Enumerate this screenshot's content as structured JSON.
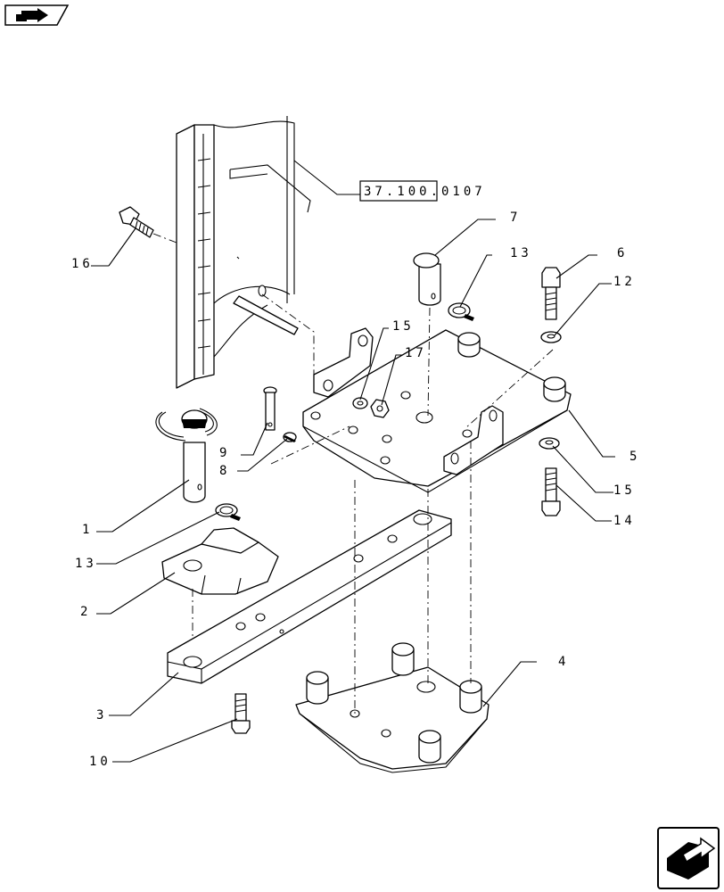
{
  "reference": {
    "text": "37.100.0107"
  },
  "callouts": [
    "1",
    "2",
    "3",
    "4",
    "5",
    "6",
    "7",
    "8",
    "9",
    "10",
    "12",
    "13",
    "13",
    "14",
    "15",
    "15",
    "16",
    "17"
  ],
  "colors": {
    "ink": "#000000",
    "paper": "#ffffff"
  },
  "icons": {
    "top_left": "book-arrow-icon",
    "bottom_right": "next-page-arrow-icon"
  }
}
